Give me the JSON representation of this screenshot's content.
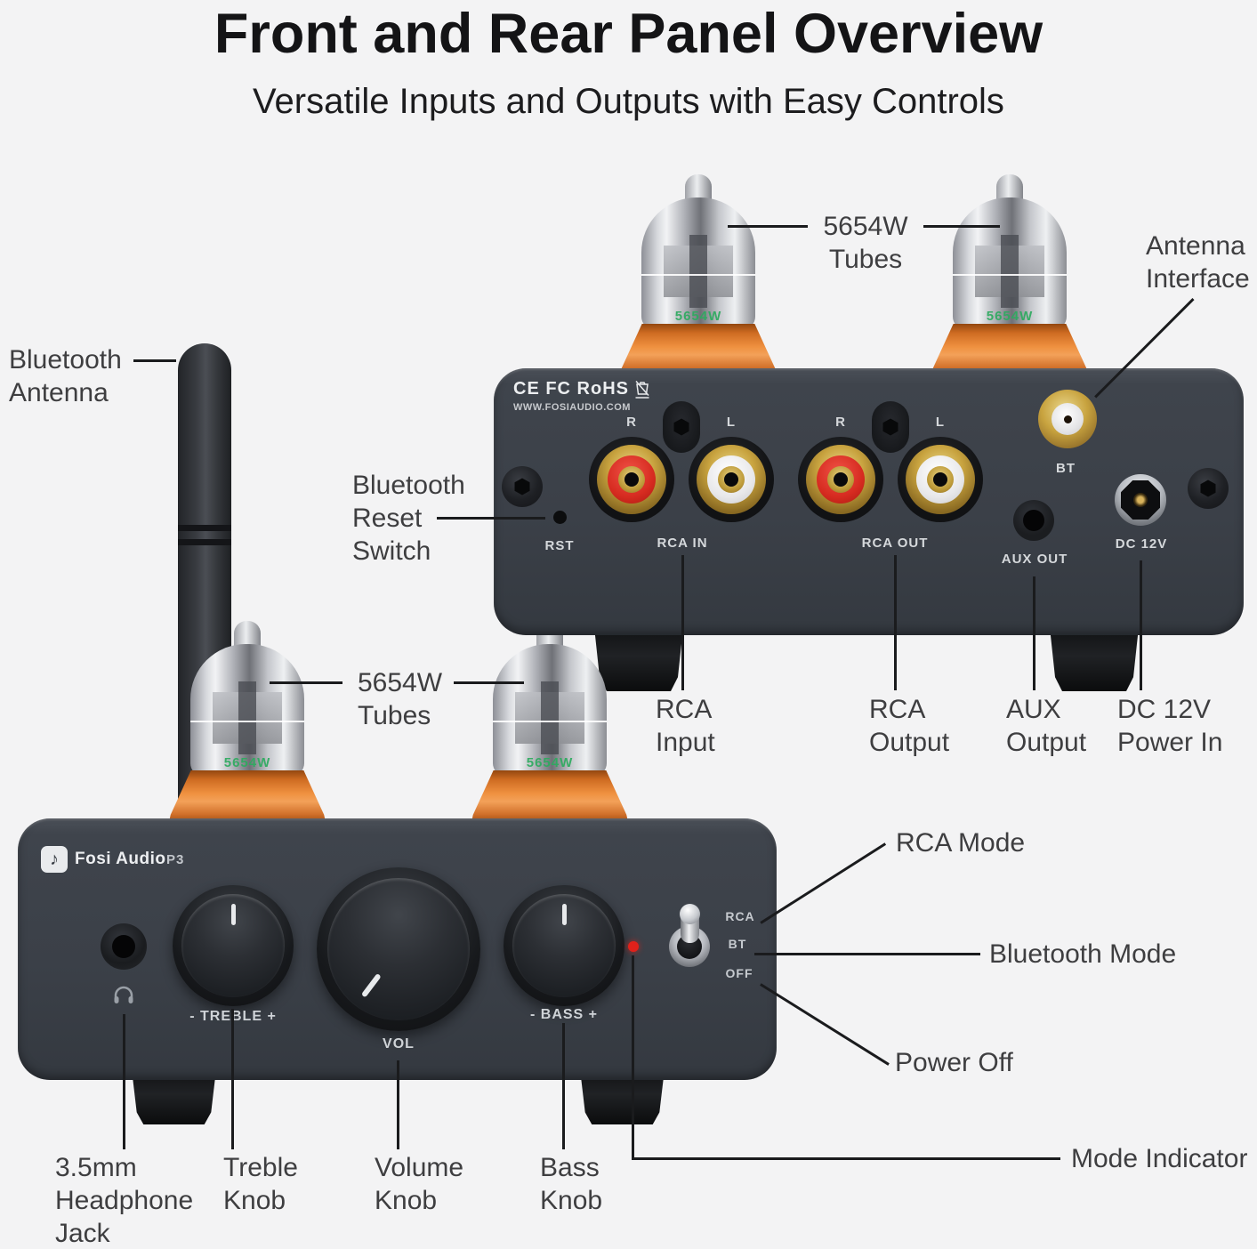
{
  "colors": {
    "background": "#f3f3f4",
    "callout_text": "#3e3e40",
    "callout_line": "#1a1b1d",
    "panel_label": "#d5d8db",
    "tube_orange": "#ef9140",
    "rca_red": "#d62b20",
    "led_red": "#e0211a",
    "gold": "#c8a33f"
  },
  "header": {
    "title": "Front and Rear Panel Overview",
    "subtitle": "Versatile Inputs and Outputs with Easy Controls"
  },
  "rear_panel": {
    "certifications": "CE FC RoHS",
    "website": "WWW.FOSIAUDIO.COM",
    "channel_labels": [
      "R",
      "L",
      "R",
      "L"
    ],
    "rst": "RST",
    "rca_in": "RCA IN",
    "rca_out": "RCA OUT",
    "aux_out": "AUX OUT",
    "bt": "BT",
    "dc": "DC 12V"
  },
  "front_panel": {
    "brand": "Fosi Audio",
    "model": "P3",
    "treble": "- TREBLE +",
    "volume": "VOL",
    "bass": "- BASS +",
    "switch_positions": [
      "RCA",
      "BT",
      "OFF"
    ],
    "note_glyph": "♪"
  },
  "tubes": {
    "print": "5654W"
  },
  "callouts": {
    "bluetooth_antenna": [
      "Bluetooth",
      "Antenna"
    ],
    "tubes_rear": [
      "5654W",
      "Tubes"
    ],
    "antenna_interface": [
      "Antenna",
      "Interface"
    ],
    "bluetooth_reset": [
      "Bluetooth",
      "Reset",
      "Switch"
    ],
    "tubes_front": [
      "5654W",
      "Tubes"
    ],
    "rca_input": [
      "RCA",
      "Input"
    ],
    "rca_output": [
      "RCA",
      "Output"
    ],
    "aux_output": [
      "AUX",
      "Output"
    ],
    "dc_power": [
      "DC 12V",
      "Power In"
    ],
    "rca_mode": "RCA Mode",
    "bluetooth_mode": "Bluetooth Mode",
    "power_off": "Power Off",
    "mode_indicator": "Mode Indicator",
    "headphone_jack": [
      "3.5mm",
      "Headphone",
      "Jack"
    ],
    "treble_knob": [
      "Treble",
      "Knob"
    ],
    "volume_knob": [
      "Volume",
      "Knob"
    ],
    "bass_knob": [
      "Bass",
      "Knob"
    ]
  }
}
